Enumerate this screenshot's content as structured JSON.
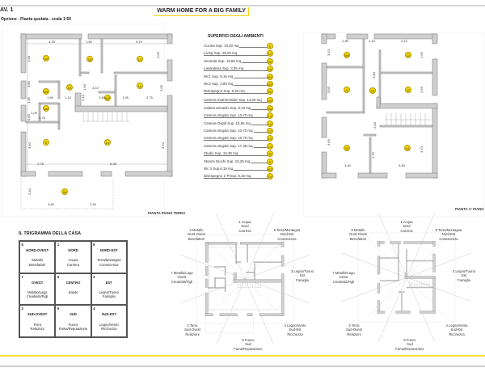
{
  "header": {
    "tav": "AV. 1",
    "title": "WARM HOME FOR A BIG FAMILY",
    "subtitle": "Opzione - Pianta quotata - scala 1:50",
    "accent": "#f3d400"
  },
  "ground_floor": {
    "label": "PIANTA PIANO TERRA",
    "rooms": [
      "Lm",
      "Ca",
      "L1",
      "Di",
      "Lo",
      "W1",
      "W2",
      "Lav",
      "K",
      "Lv",
      "Ve"
    ],
    "dims": [
      "4,25",
      "1,60",
      "5,15",
      "3,10",
      "2,60",
      "1,05",
      "2,75",
      "1,65",
      "1,10",
      "2,76",
      "1,00",
      "2,75",
      "8,35",
      "3,60",
      "2,40",
      "3,30",
      "2,65",
      "2,65",
      "0,85",
      "1,45",
      "0,90",
      "3,60",
      "4,70",
      "2,40",
      "1,60",
      "1,10"
    ]
  },
  "first_floor": {
    "label": "PIANTA 1° PIANO",
    "rooms": [
      "W3",
      "L2",
      "G",
      "Di",
      "L3",
      "St",
      "L4"
    ],
    "dims": [
      "2,90",
      "1,10",
      "4,10",
      "3,10",
      "2,65",
      "3,50",
      "5,80",
      "2,65",
      "2,00",
      "4,60",
      "3,70",
      "2,70",
      "3,40",
      "4,60"
    ]
  },
  "surfaces": {
    "title": "SUPERFICI DEGLI AMBIENTI",
    "items": [
      {
        "text": "Cucina Sup. 10,40 mq",
        "code": "K"
      },
      {
        "text": "Living Sup. 39,00 mq",
        "code": "Lv"
      },
      {
        "text": "Veranda Sup. 19,50 mq",
        "code": "Ve"
      },
      {
        "text": "Lavanderia Sup. 3,25 mq",
        "code": "La"
      },
      {
        "text": "Wc1 Sup. 5,15 mq",
        "code": "W1"
      },
      {
        "text": "Wc2 Sup. 2,80 mq",
        "code": "W2"
      },
      {
        "text": "Disimpegno Sup. 6,20 mq",
        "code": "Di"
      },
      {
        "text": "Camera matrimoniale Sup. 14,00 mq",
        "code": "Lm"
      },
      {
        "text": "Cabina armadio Sup. 5,10 mq",
        "code": "Ca"
      },
      {
        "text": "Camera singola Sup. 13,70 mq",
        "code": "L1"
      },
      {
        "text": "Camera Ospiti Sup. 10,55 mq",
        "code": "Lo"
      },
      {
        "text": "Camera singola Sup. 10,70 mq",
        "code": "L2"
      },
      {
        "text": "Camera singola Sup. 10,70 mq",
        "code": "L3"
      },
      {
        "text": "Camera singola Sup. 17,35 mq",
        "code": "L4"
      },
      {
        "text": "Studio Sup. 15,35 mq",
        "code": "St"
      },
      {
        "text": "Stanza Giochi Sup. 10,25 mq",
        "code": "G"
      },
      {
        "text": "Wc 3 Sup.6,15 mq",
        "code": "W3"
      },
      {
        "text": "Disimpegno 1°P.Sup. 8,15 mq",
        "code": "Di"
      }
    ]
  },
  "trigram": {
    "title": "IL TRIGRAMMA DELLA CASA",
    "cells": [
      {
        "n": "6",
        "dir": "NORD-OVEST",
        "el": "Metallo\nBenefattori"
      },
      {
        "n": "1",
        "dir": "NORD",
        "el": "Acqua\nCarriera"
      },
      {
        "n": "8",
        "dir": "NORD-EST",
        "el": "Terra/Montagna\nConoscenza"
      },
      {
        "n": "7",
        "dir": "OVEST",
        "el": "Metallo/Lago\nCreatività/Figli"
      },
      {
        "n": "5",
        "dir": "CENTRO",
        "el": "Salute"
      },
      {
        "n": "3",
        "dir": "EST",
        "el": "Legno/Tuono\nFamiglia"
      },
      {
        "n": "2",
        "dir": "SUD-OVEST",
        "el": "Terra\nRelazioni"
      },
      {
        "n": "9",
        "dir": "SUD",
        "el": "Fuoco\nFama/Reputazione"
      },
      {
        "n": "4",
        "dir": "SUD-EST",
        "el": "Legno/Vento\nRicchezza"
      }
    ]
  },
  "bagua_labels": [
    "1 Acqua\nNord\nCarriera",
    "6 Metallo\nNord-Ovest\nBenefattori",
    "8 Terra/Montagna\nNord-Est\nConoscenza",
    "7 Metallo/Lago\nOvest\nCreatività/Figli",
    "3 Legno/Tuono\nEst\nFamiglia",
    "2 Terra\nSud-Ovest\nRelazioni",
    "4 Legno/Vento\nSud-Est\nRicchezza",
    "9 Fuoco\nSud\nFama/Reputazione"
  ]
}
